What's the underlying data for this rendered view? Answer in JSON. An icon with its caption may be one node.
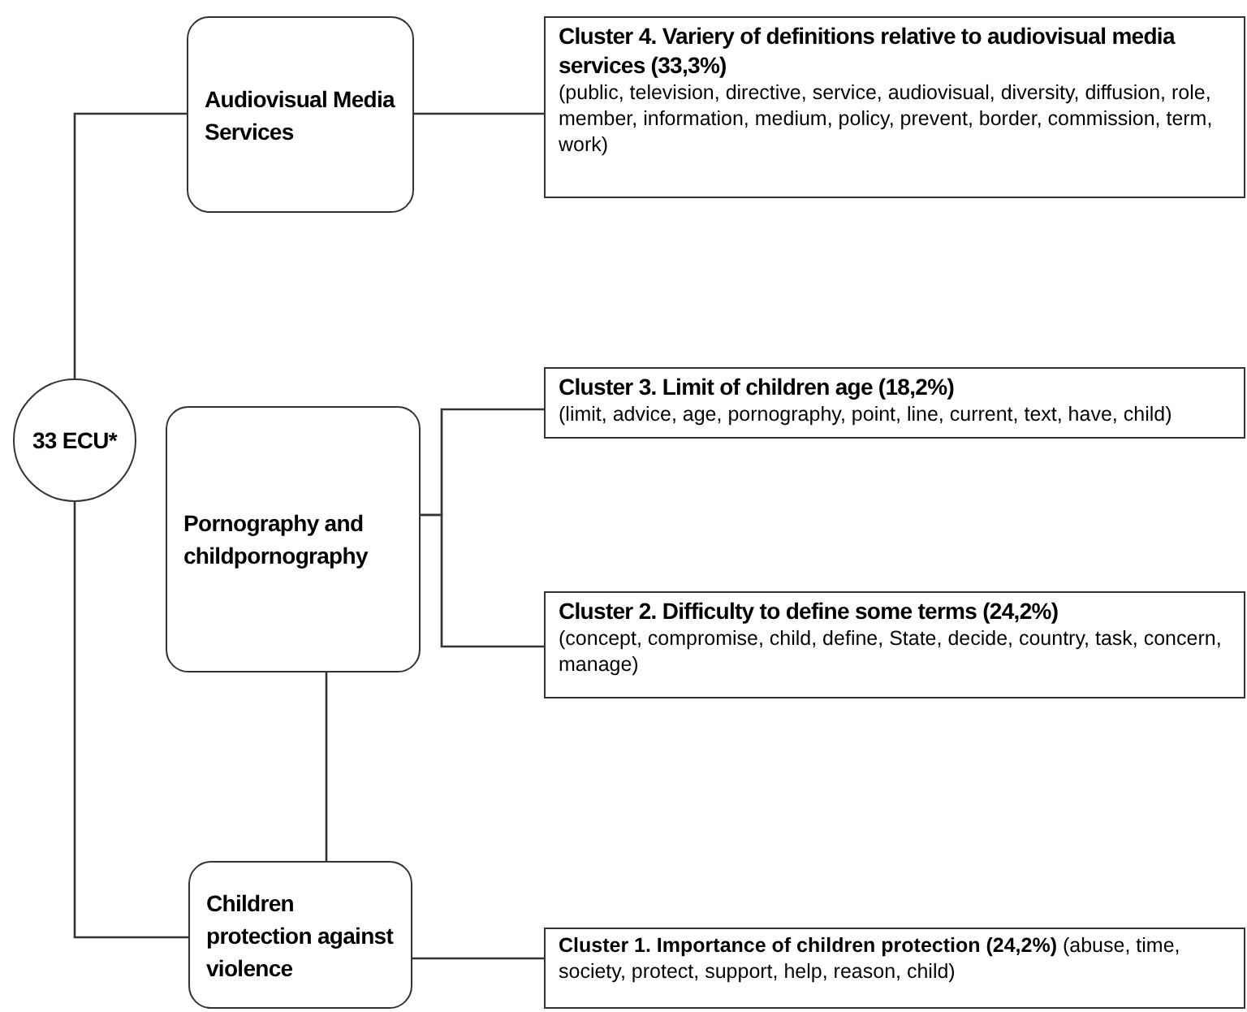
{
  "diagram": {
    "nodes": [
      {
        "text": [
          "33 ECU*"
        ]
      },
      {
        "text": [
          "Audiovisual Media Services"
        ]
      },
      {
        "text": [
          "Cluster 4. Variery of definitions relative to audiovisual media services (33,3%)",
          "(public, television, directive, service, audiovisual, diversity, diffusion, role, member, information, medium, policy, prevent, border, commission, term, work)"
        ]
      },
      {
        "text": [
          "Pornography and childpornography"
        ]
      },
      {
        "text": [
          "Cluster 3. Limit of children age (18,2%)",
          "(limit, advice, age, pornography, point, line, current, text, have, child)"
        ]
      },
      {
        "text": [
          "Cluster 2. Difficulty to define some terms (24,2%)",
          "(concept, compromise, child, define, State, decide, country, task, concern, manage)"
        ]
      },
      {
        "text": [
          "Children protection against violence"
        ]
      },
      {
        "text": [
          "**Cluster 1.  Importance of children protection (24,2%)** (abuse, time, society, protect, support, help, reason, child)"
        ]
      }
    ],
    "edges": [
      {
        "from": 0,
        "to": 1,
        "arrow": "none"
      },
      {
        "from": 1,
        "to": 2,
        "arrow": "none"
      },
      {
        "from": 3,
        "to": 4,
        "arrow": "none"
      },
      {
        "from": 3,
        "to": 5,
        "arrow": "none"
      },
      {
        "from": 0,
        "to": 6,
        "arrow": "none"
      },
      {
        "from": 3,
        "to": 6,
        "arrow": "none"
      },
      {
        "from": 6,
        "to": 7,
        "arrow": "none"
      }
    ]
  }
}
